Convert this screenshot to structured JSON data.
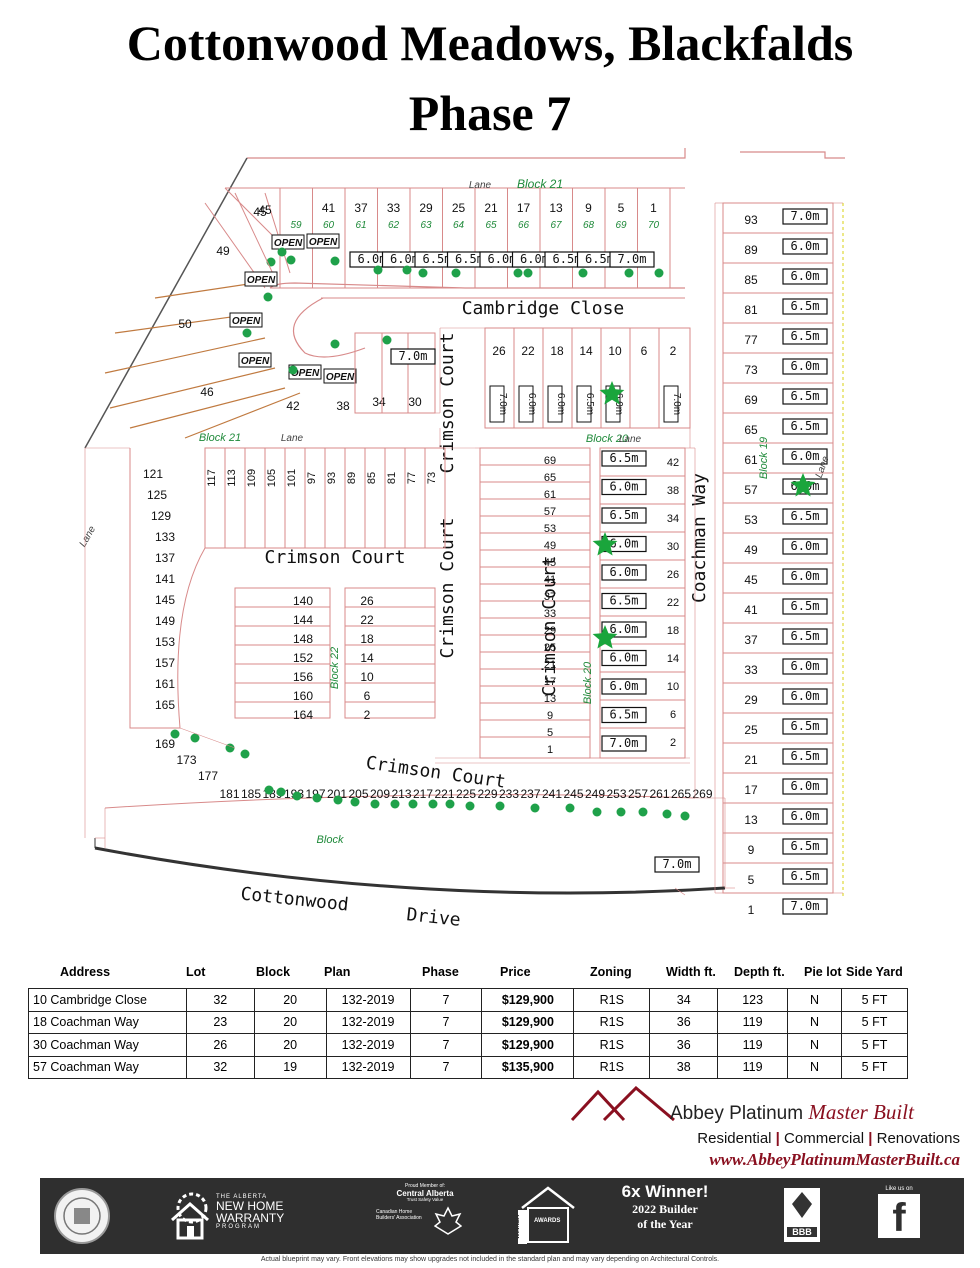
{
  "title_line1": "Cottonwood Meadows, Blackfalds",
  "title_line2": "Phase 7",
  "plan": {
    "streets": [
      "Cambridge Close",
      "Crimson Court",
      "Crimson Court",
      "Crimson Court",
      "Crimson Court",
      "Coachman Way",
      "Cottonwood",
      "Drive"
    ],
    "blocks": [
      "Block 21",
      "Block 21",
      "Block 20",
      "Block 19",
      "Block 20",
      "Block 22",
      "Block"
    ],
    "lanes": [
      "Lane",
      "Lane",
      "Lane",
      "Lane",
      "Lane"
    ],
    "top_lots": [
      "45",
      "41",
      "37",
      "33",
      "29",
      "25",
      "21",
      "17",
      "13",
      "9",
      "5",
      "1"
    ],
    "top_widths": [
      "6.0m",
      "6.0m",
      "6.5m",
      "6.5m",
      "6.0m",
      "6.0m",
      "6.5m",
      "6.5m",
      "7.0m"
    ],
    "open_label": "OPEN",
    "right_lots": [
      "93",
      "89",
      "85",
      "81",
      "77",
      "73",
      "69",
      "65",
      "61",
      "57",
      "53",
      "49",
      "45",
      "41",
      "37",
      "33",
      "29",
      "25",
      "21",
      "17",
      "13",
      "9",
      "5",
      "1"
    ],
    "right_widths": [
      "7.0m",
      "6.0m",
      "6.0m",
      "6.5m",
      "6.5m",
      "6.0m",
      "6.5m",
      "6.5m",
      "6.0m",
      "6.0m",
      "6.5m",
      "6.0m",
      "6.0m",
      "6.5m",
      "6.5m",
      "6.0m",
      "6.0m",
      "6.5m",
      "6.5m",
      "6.0m",
      "6.0m",
      "6.5m",
      "6.5m",
      "7.0m"
    ],
    "mid_top_lots": [
      "26",
      "22",
      "18",
      "14",
      "10",
      "6",
      "2"
    ],
    "block20_left": [
      "69",
      "65",
      "61",
      "57",
      "53",
      "49",
      "45",
      "41",
      "37",
      "33",
      "29",
      "25",
      "21",
      "17",
      "13",
      "9",
      "5",
      "1"
    ],
    "block20_right": [
      "42",
      "38",
      "34",
      "30",
      "26",
      "22",
      "18",
      "14",
      "10",
      "6",
      "2"
    ],
    "block22_left": [
      "140",
      "144",
      "148",
      "152",
      "156",
      "160",
      "164"
    ],
    "block22_right": [
      "26",
      "22",
      "18",
      "14",
      "10",
      "6",
      "2"
    ],
    "bottom_lots": [
      "169",
      "173",
      "177",
      "181",
      "185",
      "189",
      "193",
      "197",
      "201",
      "205",
      "209",
      "213",
      "217",
      "221",
      "225",
      "229",
      "233",
      "237",
      "241",
      "245",
      "249",
      "253",
      "257",
      "261",
      "265",
      "269"
    ],
    "block21_top": [
      "117",
      "113",
      "109",
      "105",
      "101",
      "97",
      "93",
      "89",
      "85",
      "81",
      "77",
      "73"
    ],
    "west_lots": [
      "121",
      "125",
      "129",
      "133",
      "137",
      "141",
      "145",
      "149",
      "153",
      "157",
      "161",
      "165"
    ],
    "cambridge_lots": [
      "50",
      "46",
      "42",
      "38",
      "34",
      "30"
    ]
  },
  "listing": {
    "headers": [
      "Address",
      "Lot",
      "Block",
      "Plan",
      "Phase",
      "Price",
      "Zoning",
      "Width ft.",
      "Depth ft.",
      "Pie lot",
      "Side Yard"
    ],
    "rows": [
      [
        "10 Cambridge Close",
        "32",
        "20",
        "132-2019",
        "7",
        "$129,900",
        "R1S",
        "34",
        "123",
        "N",
        "5 FT"
      ],
      [
        "18 Coachman Way",
        "23",
        "20",
        "132-2019",
        "7",
        "$129,900",
        "R1S",
        "36",
        "119",
        "N",
        "5 FT"
      ],
      [
        "30 Coachman Way",
        "26",
        "20",
        "132-2019",
        "7",
        "$129,900",
        "R1S",
        "36",
        "119",
        "N",
        "5 FT"
      ],
      [
        "57 Coachman Way",
        "32",
        "19",
        "132-2019",
        "7",
        "$135,900",
        "R1S",
        "38",
        "119",
        "N",
        "5 FT"
      ]
    ]
  },
  "brand": {
    "name_plain": "Abbey Platinum",
    "name_script": "Master Built",
    "service1": "Residential",
    "service2": "Commercial",
    "service3": "Renovations",
    "separator": "|",
    "url": "www.AbbeyPlatinumMasterBuilt.ca"
  },
  "footer": {
    "warranty_line1": "THE ALBERTA",
    "warranty_line2": "NEW HOME",
    "warranty_line3": "WARRANTY",
    "warranty_line4": "PROGRAM",
    "chba_proud": "Proud Member of:",
    "chba_region": "Central Alberta",
    "chba_tag": "Trust Safety Value",
    "chba_name": "Canadian Home Builders' Association",
    "awards_word": "AWARDS",
    "winner_word": "WINNER",
    "winner_count": "6x Winner!",
    "winner_year": "2022 Builder",
    "winner_title": "of the Year",
    "bbb_letters": "BBB",
    "like_us": "Like us on",
    "facebook_glyph": "f",
    "disclaimer": "Actual blueprint may vary.  Front elevations may show upgrades not included in the standard plan and may vary depending on Architectural Controls."
  },
  "colors": {
    "lot_line": "#d88a8a",
    "lane_line": "#c07a40",
    "green_label": "#1f8a3a",
    "marker": "#1fa14a",
    "star": "#1aa53c",
    "brand_red": "#8a1020",
    "footer_bg": "#2f2f2f"
  }
}
